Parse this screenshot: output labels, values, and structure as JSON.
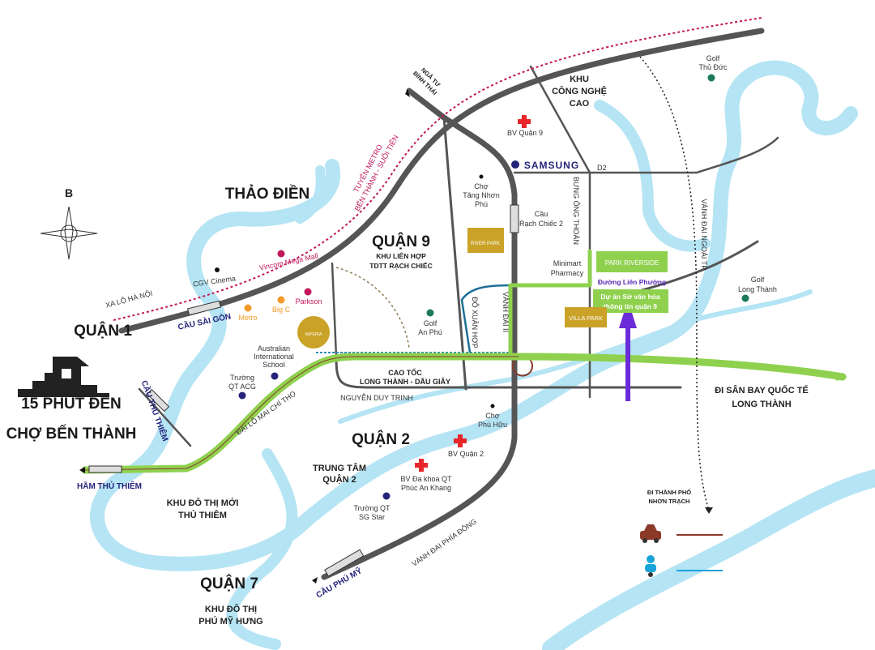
{
  "map": {
    "north_label": "B",
    "districts": {
      "thao_dien": "THẢO ĐIỀN",
      "quan_9": "QUẬN 9",
      "quan_1": "QUẬN 1",
      "quan_2": "QUẬN 2",
      "quan_7": "QUẬN 7"
    },
    "sub_areas": {
      "khu_lien_hop_1": "KHU LIÊN HỢP",
      "khu_lien_hop_2": "TDTT RẠCH CHIẾC",
      "khu_cn_1": "KHU",
      "khu_cn_2": "CÔNG NGHỆ",
      "khu_cn_3": "CAO",
      "trung_tam_1": "TRUNG TÂM",
      "trung_tam_2": "QUẬN 2",
      "thu_thiem_1": "KHU ĐÔ THỊ MỚI",
      "thu_thiem_2": "THỦ THIÊM",
      "phu_my_hung_1": "KHU ĐÔ THỊ",
      "phu_my_hung_2": "PHÚ MỸ HƯNG"
    },
    "promo": {
      "line1": "15 PHÚT ĐẾN",
      "line2": "CHỢ BẾN THÀNH"
    },
    "roads": {
      "metro_1": "TUYẾN METRO",
      "metro_2": "BẾN THÀNH - SUỐI TIÊN",
      "nga_tu_1": "NGÃ TƯ",
      "nga_tu_2": "BÌNH THÁI",
      "xa_lo": "XA LỘ HÀ NỘI",
      "d2": "D2",
      "bung_ong_thoan": "BƯNG ÔNG THOÀN",
      "vanh_dai_ngoai": "VÀNH ĐAI NGOÀI TP.",
      "do_xuan_hop": "ĐỖ XUÂN HỢP",
      "vanh_dai_2": "VÀNH ĐAI II",
      "cao_toc_1": "CAO TỐC",
      "cao_toc_2": "LONG THÀNH - DẦU GIÂY",
      "nguyen_duy_trinh": "NGUYỄN DUY TRINH",
      "mai_chi_tho": "ĐẠI LỘ MAI CHÍ THỌ",
      "vanh_dai_phia_dong": "VÀNH ĐAI PHÍA ĐÔNG",
      "duong_lien_phuong": "Đường Liên Phường"
    },
    "bridges": {
      "cau_sai_gon": "CẦU SÀI GÒN",
      "cau_thu_thiem": "CẦU THỦ THIÊM",
      "ham_thu_thiem": "HẦM THỦ THIÊM",
      "cau_phu_my": "CẦU PHÚ MỸ",
      "rach_chiec_1": "Cầu",
      "rach_chiec_2": "Rạch Chiếc 2"
    },
    "pois": {
      "bv_q9": "BV Quận 9",
      "samsung": "SAMSUNG",
      "cho_tnp_1": "Chợ",
      "cho_tnp_2": "Tăng Nhơn",
      "cho_tnp_3": "Phú",
      "golf_td_1": "Golf",
      "golf_td_2": "Thủ Đức",
      "golf_lt_1": "Golf",
      "golf_lt_2": "Long Thành",
      "golf_ap_1": "Golf",
      "golf_ap_2": "An Phú",
      "minimart_1": "Minimart",
      "minimart_2": "Pharmacy",
      "cgv": "CGV Cinema",
      "vincom": "Vincom Mega Mall",
      "metro": "Metro",
      "bigc": "Big C",
      "parkson": "Parkson",
      "ais_1": "Australian",
      "ais_2": "International",
      "ais_3": "School",
      "acg_1": "Trường",
      "acg_2": "QT ACG",
      "cho_phu_huu_1": "Chợ",
      "cho_phu_huu_2": "Phú Hữu",
      "bv_q2": "BV Quận 2",
      "bv_pak_1": "BV Đa khoa QT",
      "bv_pak_2": "Phúc An Khang",
      "sgstar_1": "Trường QT",
      "sgstar_2": "SG Star"
    },
    "projects": {
      "river_park": "RIVER PARK",
      "park_riverside": "PARK RIVERSIDE",
      "villa_park": "VILLA PARK",
      "imperia": "IMPERIA",
      "du_an_1": "Dự án Sở văn hóa",
      "du_an_2": "thông tin quận 9"
    },
    "directions": {
      "san_bay_1": "ĐI SÂN BAY QUỐC TẾ",
      "san_bay_2": "LONG THÀNH",
      "nhon_trach_1": "ĐI THÀNH PHỐ",
      "nhon_trach_2": "NHƠN TRẠCH"
    },
    "legend": [
      {
        "icon": "car-icon",
        "color": "#8b3a2a"
      },
      {
        "icon": "scooter-icon",
        "color": "#1aa3d9"
      }
    ],
    "colors": {
      "river": "#b5e4f4",
      "road": "#555555",
      "route": "#8fd14f",
      "metro": "#c2185b",
      "gold": "#c9a227",
      "arrow": "#6a2bd9"
    }
  }
}
